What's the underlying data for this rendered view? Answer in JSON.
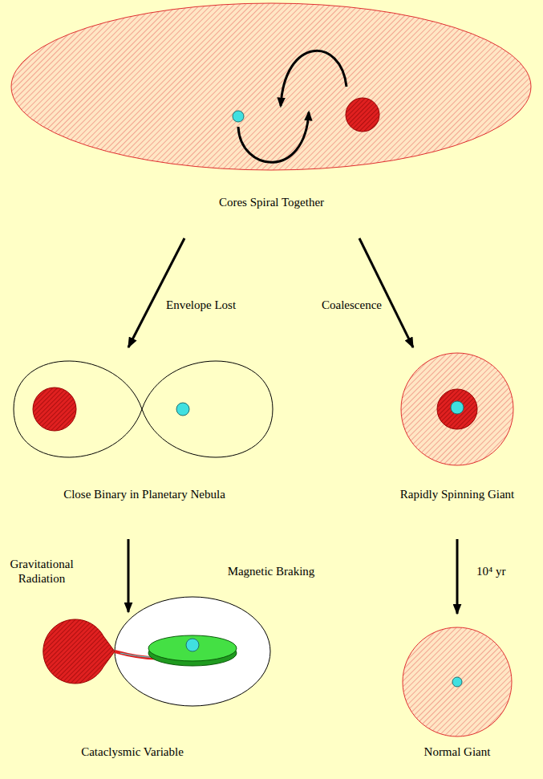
{
  "diagram": {
    "nodes": [
      {
        "text": [
          "Cores Spiral Together"
        ]
      },
      {
        "text": [
          "Close Binary in Planetary Nebula"
        ]
      },
      {
        "text": [
          "Rapidly Spinning Giant"
        ]
      },
      {
        "text": [
          "Cataclysmic Variable"
        ]
      },
      {
        "text": [
          "Normal Giant"
        ]
      }
    ],
    "edges": [
      {
        "from": 0,
        "to": 1,
        "label": "Envelope Lost",
        "arrow": "to"
      },
      {
        "from": 0,
        "to": 2,
        "label": "Coalescence",
        "arrow": "to"
      },
      {
        "from": 1,
        "to": 3,
        "label": "Gravitational Radiation",
        "arrow": "to"
      },
      {
        "from": 2,
        "to": 4,
        "label": "10⁴ yr",
        "arrow": "to"
      }
    ],
    "labels": [
      "Magnetic Braking"
    ]
  }
}
